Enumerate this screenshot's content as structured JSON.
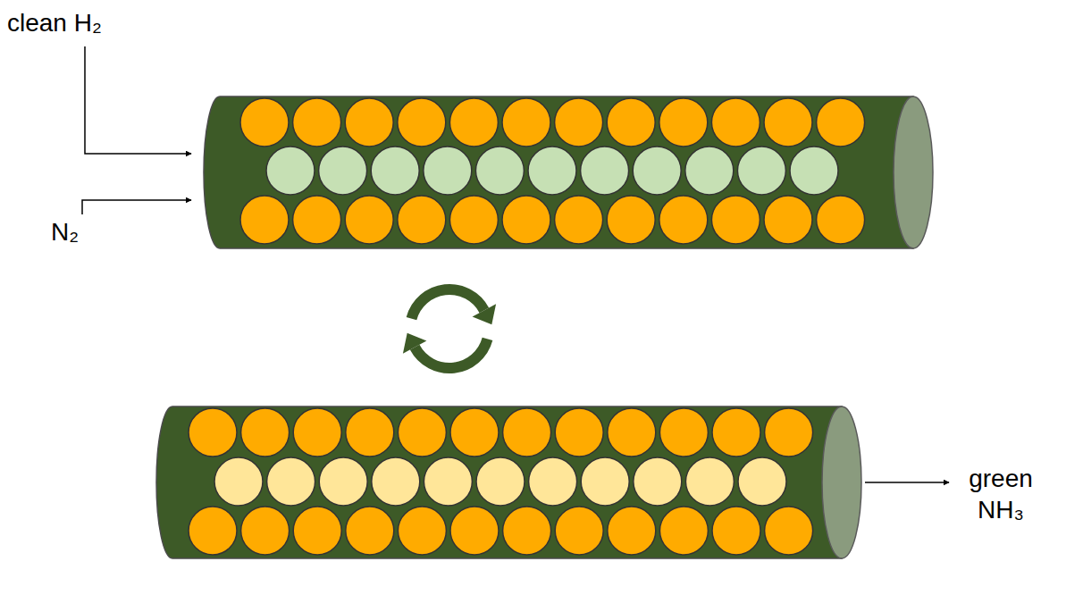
{
  "diagram": {
    "labels": [
      "clean H₂",
      "N₂",
      "green NH₃"
    ]
  }
}
